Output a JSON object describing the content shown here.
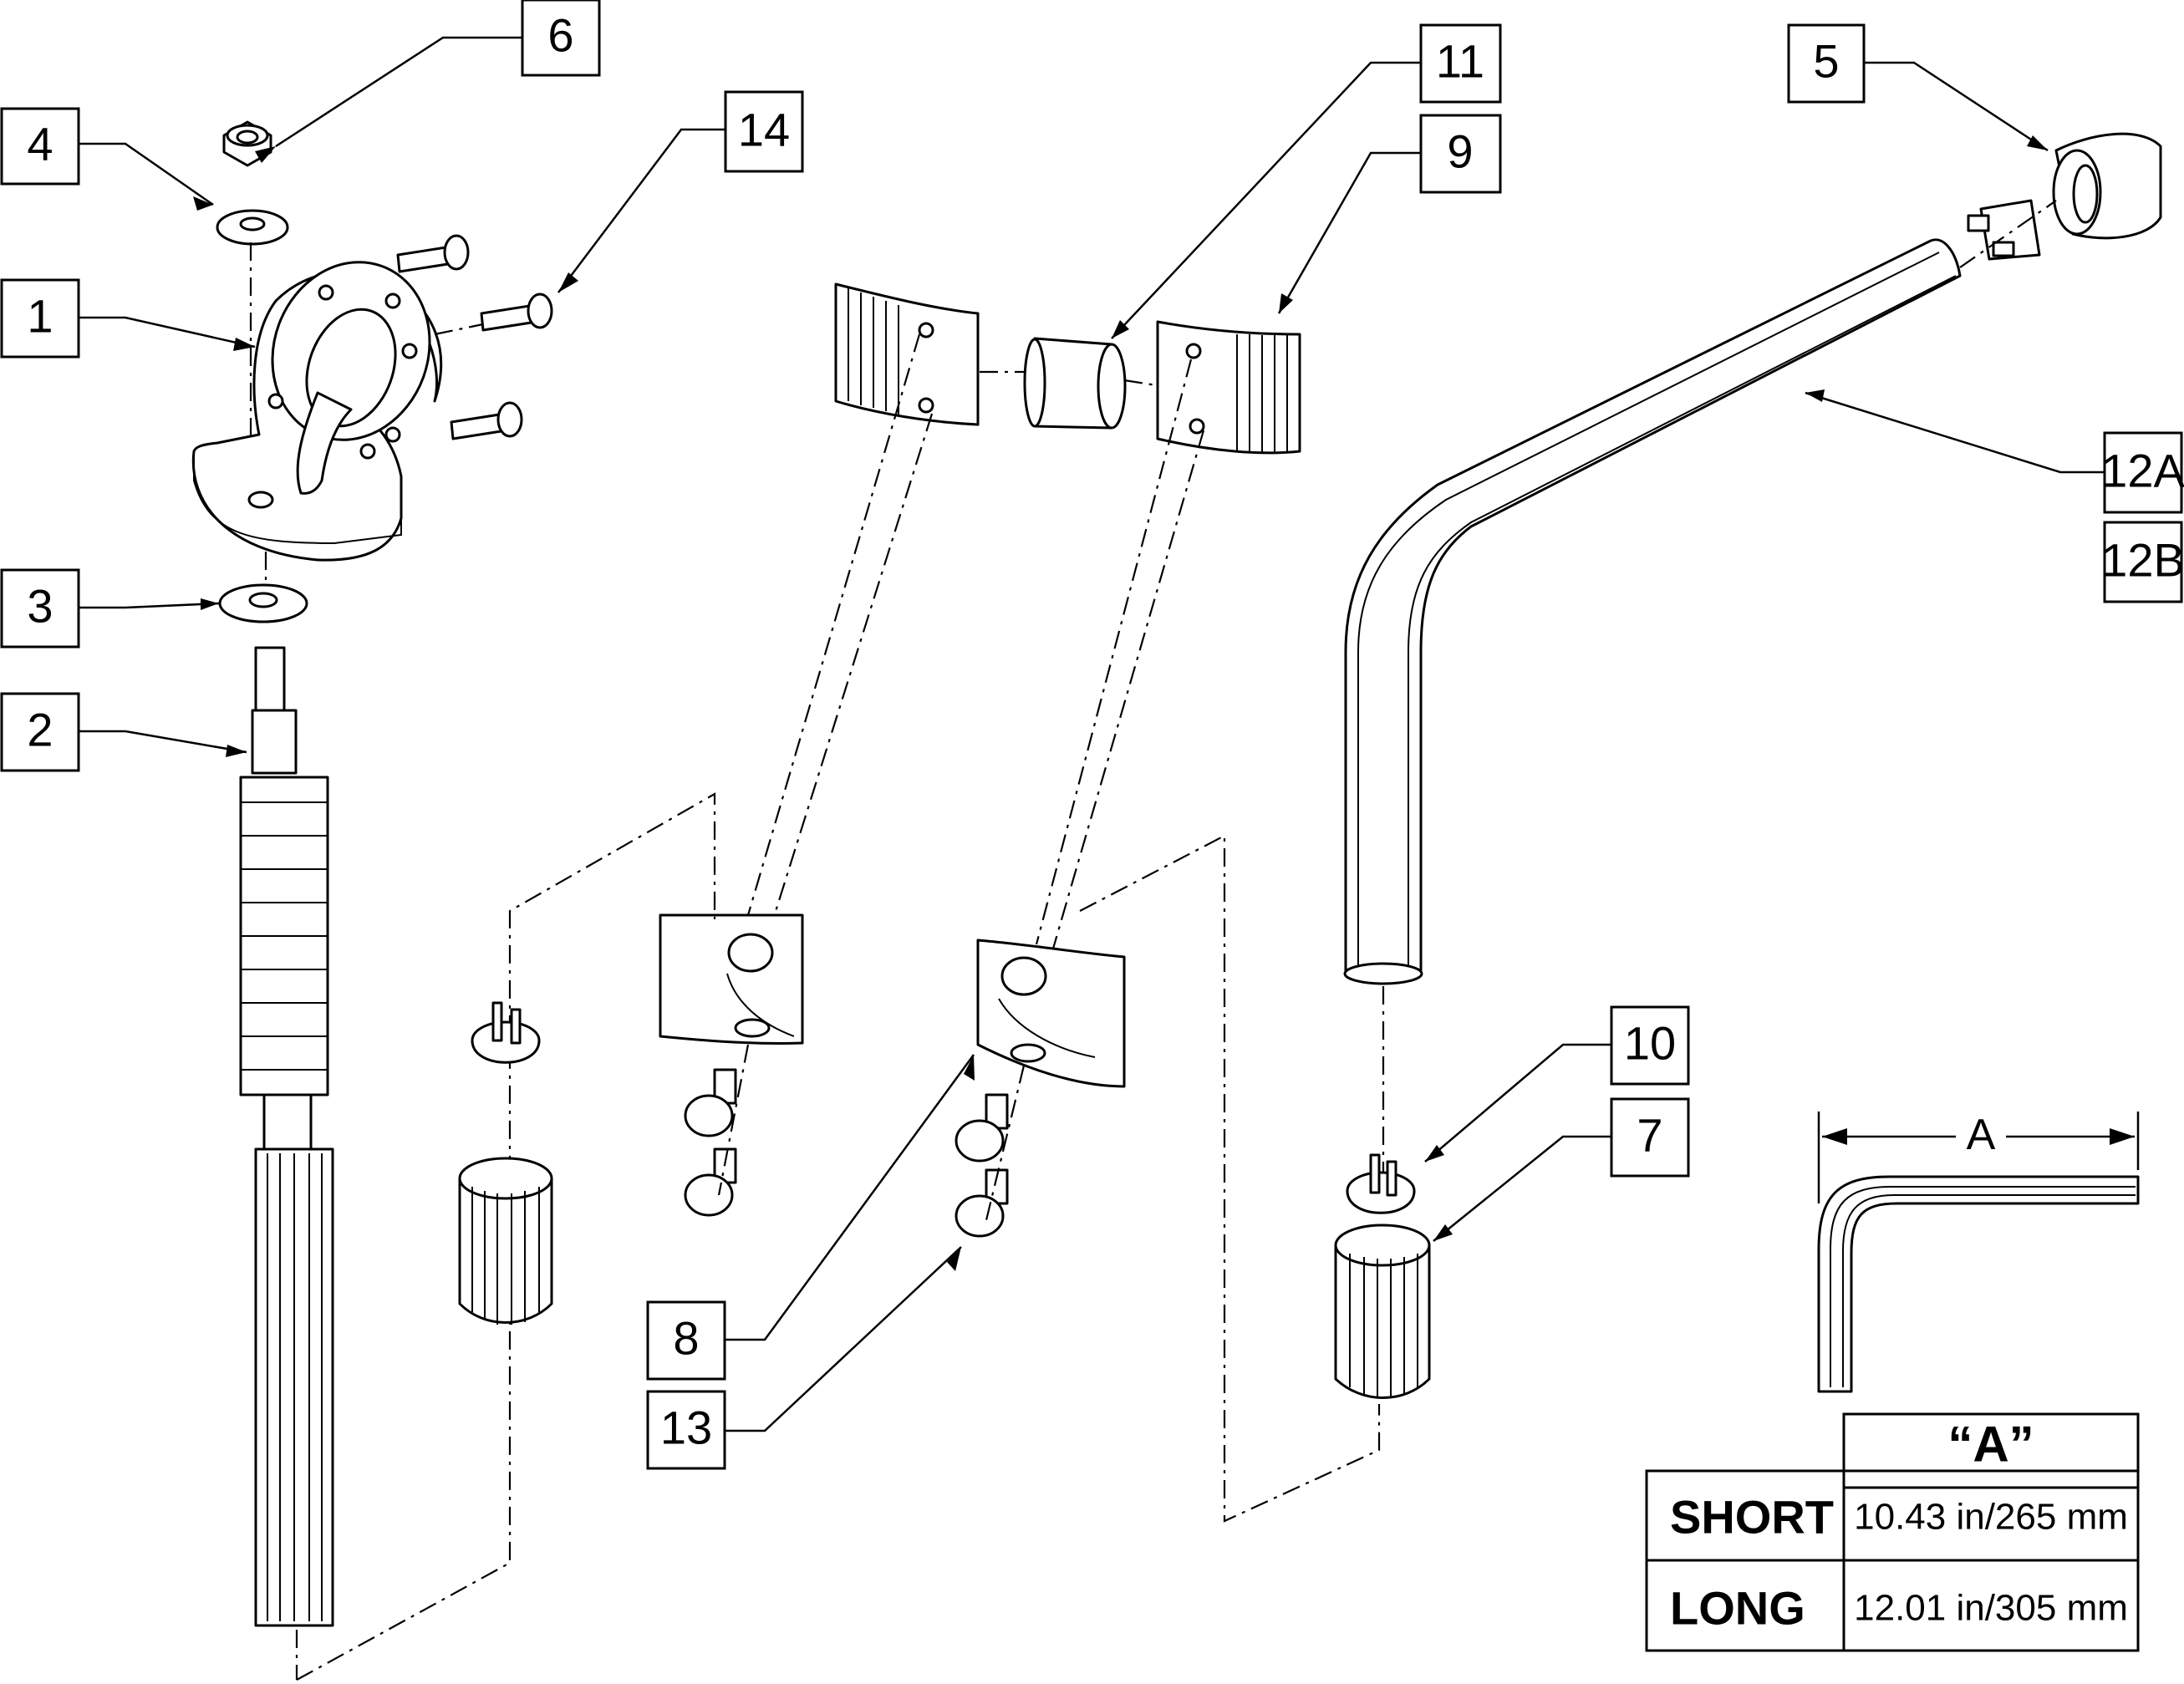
{
  "callouts": {
    "c1": "1",
    "c2": "2",
    "c3": "3",
    "c4": "4",
    "c5": "5",
    "c6": "6",
    "c7": "7",
    "c8": "8",
    "c9": "9",
    "c10": "10",
    "c11": "11",
    "c12a": "12A",
    "c12b": "12B",
    "c13": "13",
    "c14": "14"
  },
  "dimension": {
    "label": "A"
  },
  "table": {
    "header": "“A”",
    "rows": [
      {
        "label": "SHORT",
        "value": "10.43 in/265 mm"
      },
      {
        "label": "LONG",
        "value": "12.01 in/305 mm"
      }
    ]
  }
}
